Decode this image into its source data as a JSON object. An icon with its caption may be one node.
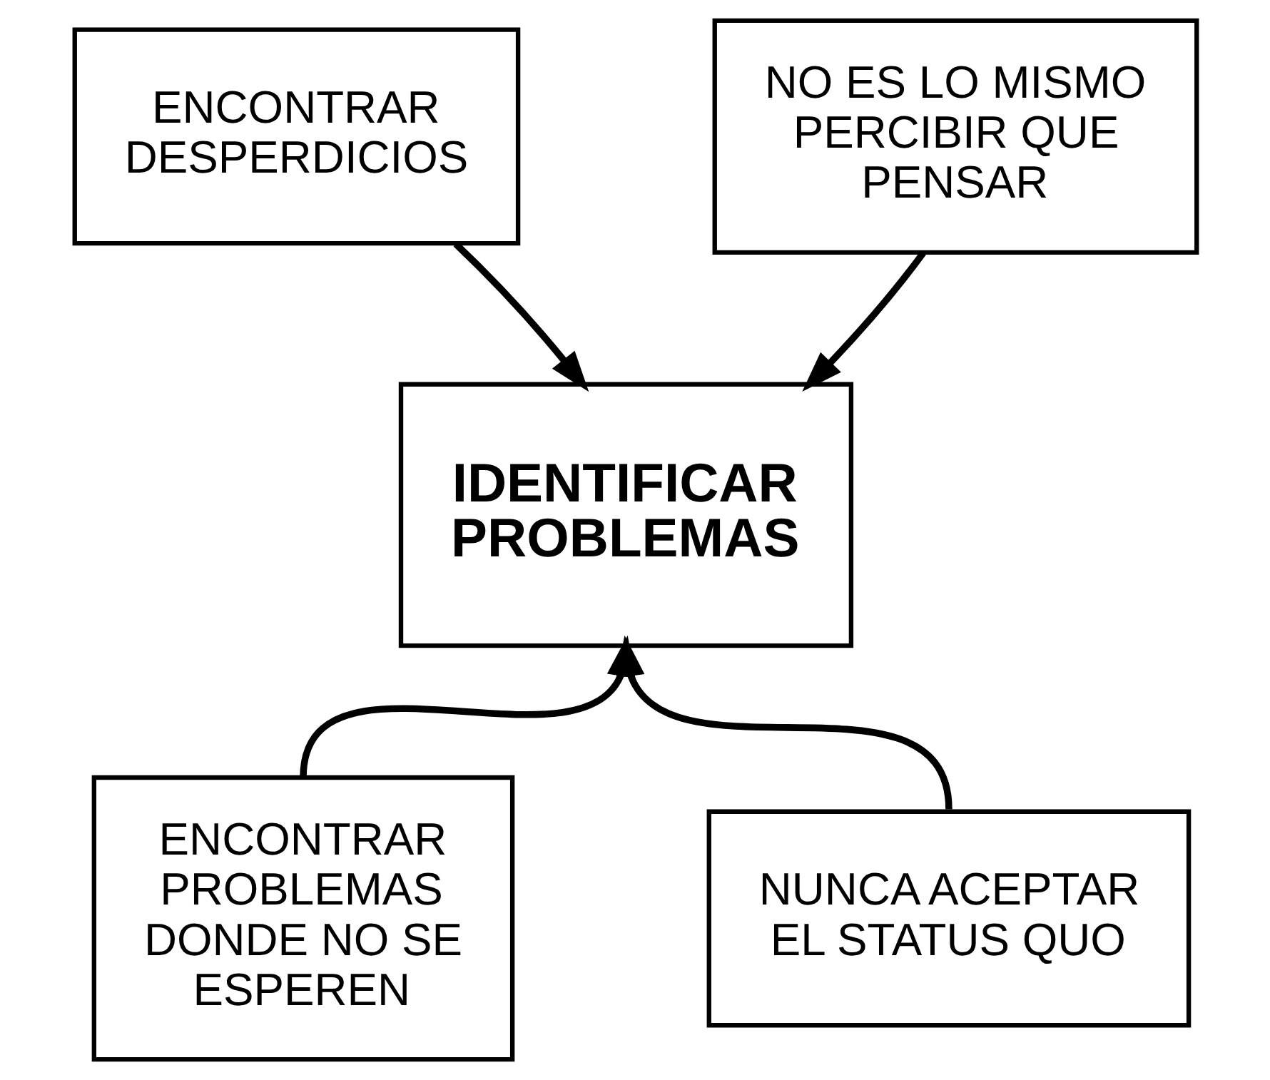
{
  "diagram": {
    "nodes": [
      {
        "text": [
          "ENCONTRAR DESPERDICIOS"
        ]
      },
      {
        "text": [
          "NO ES LO MISMO PERCIBIR QUE PENSAR"
        ]
      },
      {
        "text": [
          "IDENTIFICAR PROBLEMAS"
        ]
      },
      {
        "text": [
          "ENCONTRAR PROBLEMAS DONDE NO SE ESPEREN"
        ]
      },
      {
        "text": [
          "NUNCA ACEPTAR EL STATUS QUO"
        ]
      }
    ],
    "edges": [
      {
        "from": 0,
        "to": 2,
        "arrow": "to"
      },
      {
        "from": 1,
        "to": 2,
        "arrow": "to"
      },
      {
        "from": 3,
        "to": 2,
        "arrow": "to"
      },
      {
        "from": 4,
        "to": 2,
        "arrow": "to"
      }
    ]
  }
}
